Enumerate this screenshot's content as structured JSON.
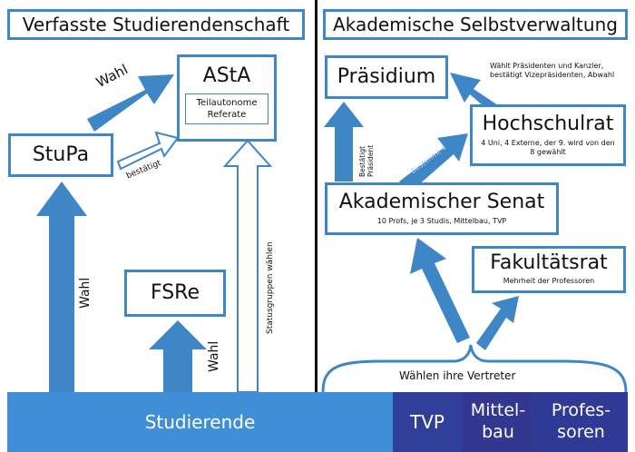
{
  "left_header": "Verfasste Studierendenschaft",
  "right_header": "Akademische Selbstverwaltung",
  "asta": {
    "title": "AStA",
    "sub": "Teilautonome Referate"
  },
  "stupa": "StuPa",
  "fsre": "FSRe",
  "praesidium": "Präsidium",
  "hochschulrat": {
    "title": "Hochschulrat",
    "sub": "4 Uni, 4 Externe, der 9. wird von den 8 gewählt"
  },
  "senat": {
    "title": "Akademischer Senat",
    "sub": "10 Profs, je 3 Studis, Mittelbau, TVP"
  },
  "fakultaetsrat": {
    "title": "Fakultätsrat",
    "sub": "Mehrheit der Professoren"
  },
  "labels": {
    "wahl_asta": "Wahl",
    "bestaetigt": "bestätigt",
    "wahl_stupa": "Wahl",
    "wahl_fsre": "Wahl",
    "statusgruppen": "Statusgruppen wählen",
    "bestaetigt_praesident": "Bestätigt Präsident",
    "bestimmt": "Bestimmt 4",
    "waehlt_praesidenten": "Wählt Präsidenten und Kanzler, bestätigt Vizepräsidenten, Abwahl",
    "waehlen_vertreter": "Wählen ihre Vertreter"
  },
  "groups": {
    "studierende": "Studierende",
    "tvp": "TVP",
    "mittelbau": "Mittel-\nbau",
    "professoren": "Profes-\nsoren"
  },
  "colors": {
    "arrow_blue": "#3f86c7",
    "studierende_bg": "#3e8fd6",
    "tvp_bg": "#2f3f9a",
    "mittelbau_bg": "#33378f",
    "professoren_bg": "#2f3a97"
  }
}
